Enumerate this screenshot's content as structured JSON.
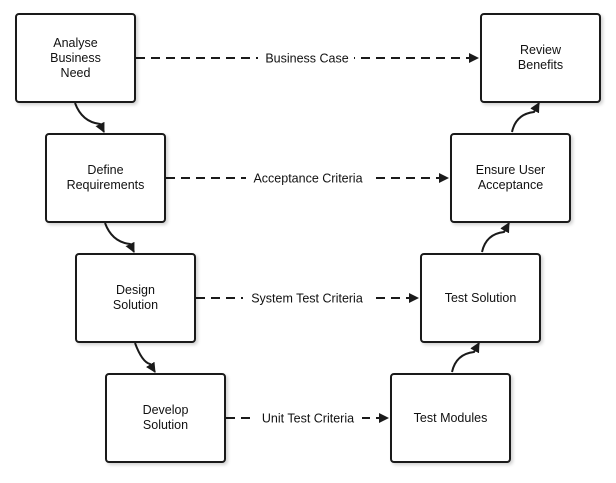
{
  "boxes": {
    "analyse": "Analyse\nBusiness\nNeed",
    "define": "Define\nRequirements",
    "design": "Design\nSolution",
    "develop": "Develop\nSolution",
    "test_modules": "Test Modules",
    "test_solution": "Test Solution",
    "ensure": "Ensure User\nAcceptance",
    "review": "Review\nBenefits"
  },
  "connectors": {
    "business_case": "Business Case",
    "acceptance_criteria": "Acceptance Criteria",
    "system_test_criteria": "System Test Criteria",
    "unit_test_criteria": "Unit Test Criteria"
  },
  "colors": {
    "line": "#1a1a1a",
    "box_border": "#1a1a1a",
    "background": "#ffffff"
  }
}
